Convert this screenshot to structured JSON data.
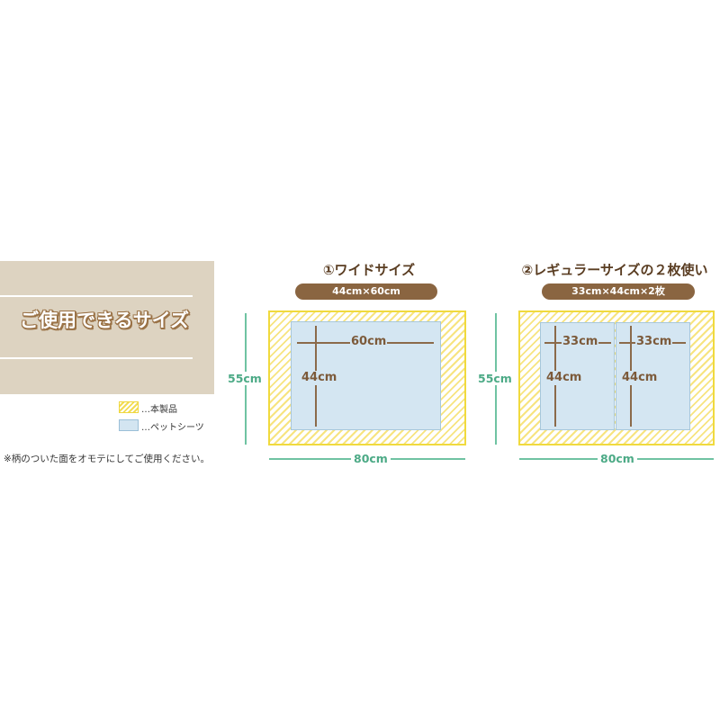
{
  "title_panel": {
    "title": "ご使用できるサイズ"
  },
  "legend": {
    "product_label": "…本製品",
    "sheet_label": "…ペットシーツ"
  },
  "note": "※柄のついた面をオモテにしてご使用ください。",
  "option1": {
    "heading": "①ワイドサイズ",
    "pill": "44cm×60cm",
    "outer_height": "55cm",
    "outer_width": "80cm",
    "sheet_width": "60cm",
    "sheet_height": "44cm"
  },
  "option2": {
    "heading": "②レギュラーサイズの２枚使い",
    "pill": "33cm×44cm×2枚",
    "outer_height": "55cm",
    "outer_width": "80cm",
    "sheet1_width": "33cm",
    "sheet1_height": "44cm",
    "sheet2_width": "33cm",
    "sheet2_height": "44cm"
  },
  "colors": {
    "product_yellow": "#f0da3e",
    "sheet_blue": "#d4e6f2",
    "brown": "#8a6541",
    "green": "#6fc3a2",
    "panel_beige": "#ddd3c1"
  }
}
